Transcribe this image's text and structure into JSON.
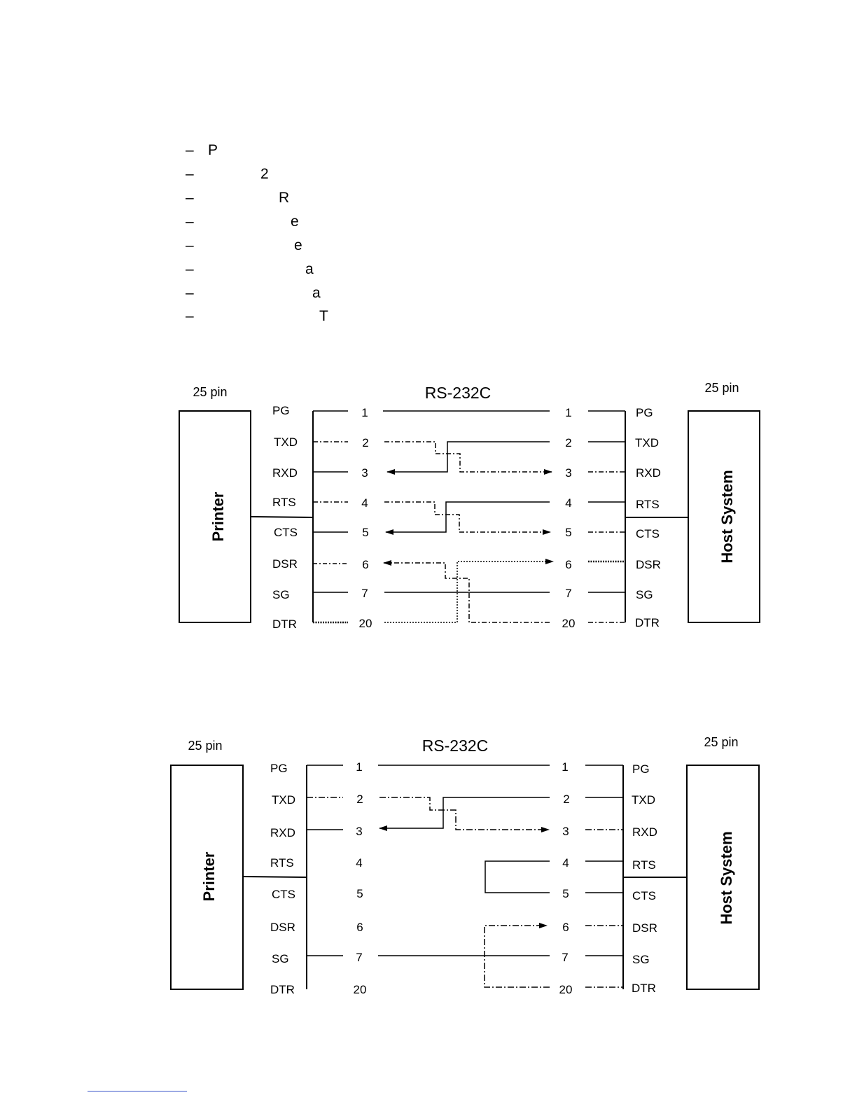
{
  "bullets": [
    {
      "dash": "–",
      "text": "P"
    },
    {
      "dash": "–",
      "text": "2"
    },
    {
      "dash": "–",
      "text": "R"
    },
    {
      "dash": "–",
      "text": "e"
    },
    {
      "dash": "–",
      "text": "e"
    },
    {
      "dash": "–",
      "text": "a"
    },
    {
      "dash": "–",
      "text": "a"
    },
    {
      "dash": "–",
      "text": "T"
    }
  ],
  "diagram1": {
    "title": "RS-232C",
    "left_pin_label": "25 pin",
    "right_pin_label": "25 pin",
    "left_device": "Printer",
    "right_device": "Host System",
    "signals": [
      "PG",
      "TXD",
      "RXD",
      "RTS",
      "CTS",
      "DSR",
      "SG",
      "DTR"
    ],
    "pins": [
      "1",
      "2",
      "3",
      "4",
      "5",
      "6",
      "7",
      "20"
    ]
  },
  "diagram2": {
    "title": "RS-232C",
    "left_pin_label": "25 pin",
    "right_pin_label": "25 pin",
    "left_device": "Printer",
    "right_device": "Host System",
    "signals": [
      "PG",
      "TXD",
      "RXD",
      "RTS",
      "CTS",
      "DSR",
      "SG",
      "DTR"
    ],
    "pins": [
      "1",
      "2",
      "3",
      "4",
      "5",
      "6",
      "7",
      "20"
    ]
  }
}
